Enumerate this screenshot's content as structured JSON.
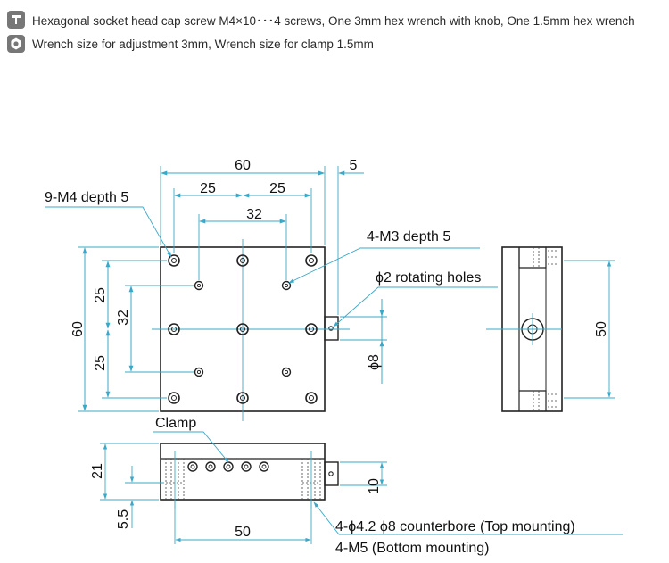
{
  "notes": {
    "screws": "Hexagonal socket head cap screw M4×10･･･4 screws, One 3mm hex wrench with knob, One 1.5mm hex wrench",
    "wrench_sizes": "Wrench size for adjustment 3mm, Wrench size for clamp 1.5mm"
  },
  "icons": {
    "screws": "hex-wrench-icon",
    "wrench_sizes": "hex-nut-icon"
  },
  "colors": {
    "dimension_line": "#39a9c9",
    "outline": "#222222",
    "icon_bg": "#777777"
  },
  "drawing": {
    "top_view": {
      "width": "60",
      "knob_offset": "5",
      "hole_spacing_left": "25",
      "hole_spacing_right": "25",
      "inner_spacing": "32",
      "height": "60",
      "vertical_upper": "25",
      "vertical_inner": "32",
      "vertical_lower": "25",
      "knob_dia": "ϕ8",
      "label_m4": "9-M4 depth 5",
      "label_m3": "4-M3 depth 5",
      "label_rotating": "ϕ2 rotating holes"
    },
    "front_view": {
      "label_clamp": "Clamp",
      "height": "21",
      "base_offset": "5.5",
      "knob_height": "10",
      "width": "50",
      "label_counterbore": "4-ϕ4.2 ϕ8 counterbore (Top mounting)",
      "label_bottom": "4-M5 (Bottom mounting)"
    },
    "side_view": {
      "height": "50"
    }
  }
}
